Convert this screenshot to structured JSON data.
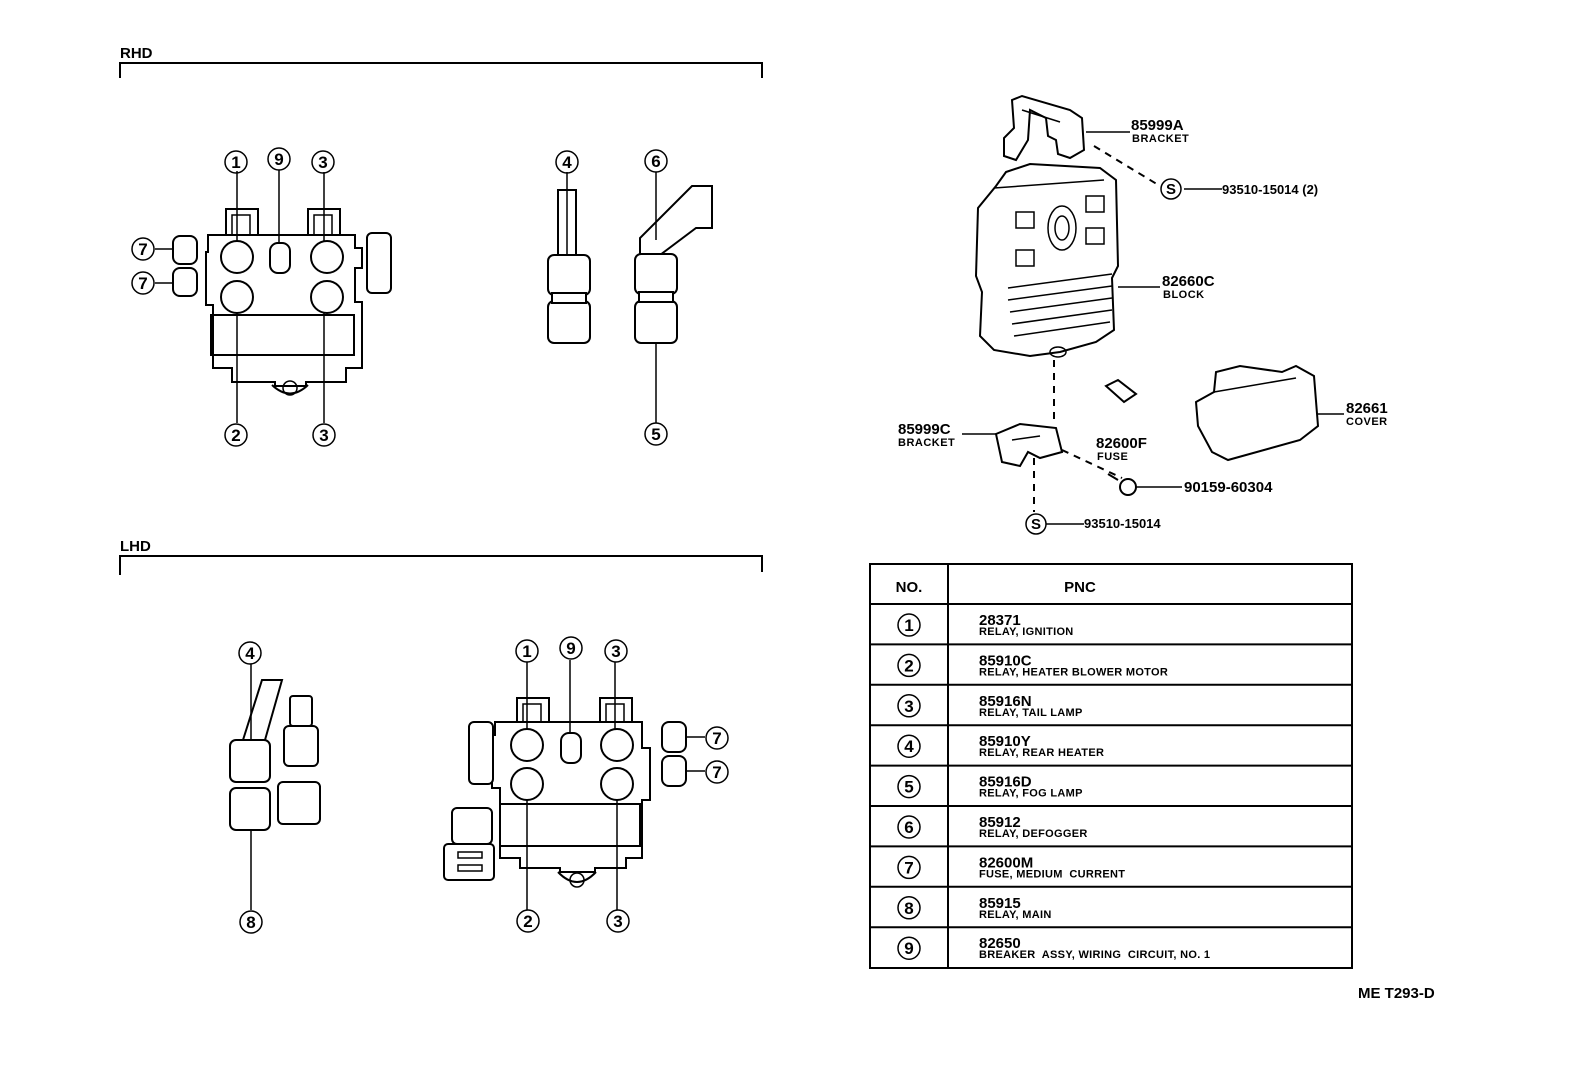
{
  "sections": {
    "rhd": "RHD",
    "lhd": "LHD"
  },
  "numbers": {
    "n1": "1",
    "n2": "2",
    "n3": "3",
    "n4": "4",
    "n5": "5",
    "n6": "6",
    "n7": "7",
    "n8": "8",
    "n9": "9"
  },
  "exploded": {
    "bracket_a": {
      "number": "85999A",
      "name": "BRACKET"
    },
    "screw_top": {
      "symbol": "S",
      "number": "93510-15014 (2)"
    },
    "block": {
      "number": "82660C",
      "name": "BLOCK"
    },
    "cover": {
      "number": "82661",
      "name": "COVER"
    },
    "bracket_c": {
      "number": "85999C",
      "name": "BRACKET"
    },
    "fuse": {
      "number": "82600F",
      "name": "FUSE"
    },
    "bolt": {
      "number": "90159-60304"
    },
    "screw_bottom": {
      "symbol": "S",
      "number": "93510-15014"
    }
  },
  "table": {
    "headers": {
      "no": "NO.",
      "pnc": "PNC"
    },
    "rows": [
      {
        "no": "1",
        "pnc": "28371",
        "desc": "RELAY, IGNITION"
      },
      {
        "no": "2",
        "pnc": "85910C",
        "desc": "RELAY, HEATER BLOWER MOTOR"
      },
      {
        "no": "3",
        "pnc": "85916N",
        "desc": "RELAY, TAIL LAMP"
      },
      {
        "no": "4",
        "pnc": "85910Y",
        "desc": "RELAY, REAR HEATER"
      },
      {
        "no": "5",
        "pnc": "85916D",
        "desc": "RELAY, FOG LAMP"
      },
      {
        "no": "6",
        "pnc": "85912",
        "desc": "RELAY, DEFOGGER"
      },
      {
        "no": "7",
        "pnc": "82600M",
        "desc": "FUSE, MEDIUM  CURRENT"
      },
      {
        "no": "8",
        "pnc": "85915",
        "desc": "RELAY, MAIN"
      },
      {
        "no": "9",
        "pnc": "82650",
        "desc": "BREAKER  ASSY, WIRING  CIRCUIT, NO. 1"
      }
    ]
  },
  "footer_code": "ME  T293-D"
}
